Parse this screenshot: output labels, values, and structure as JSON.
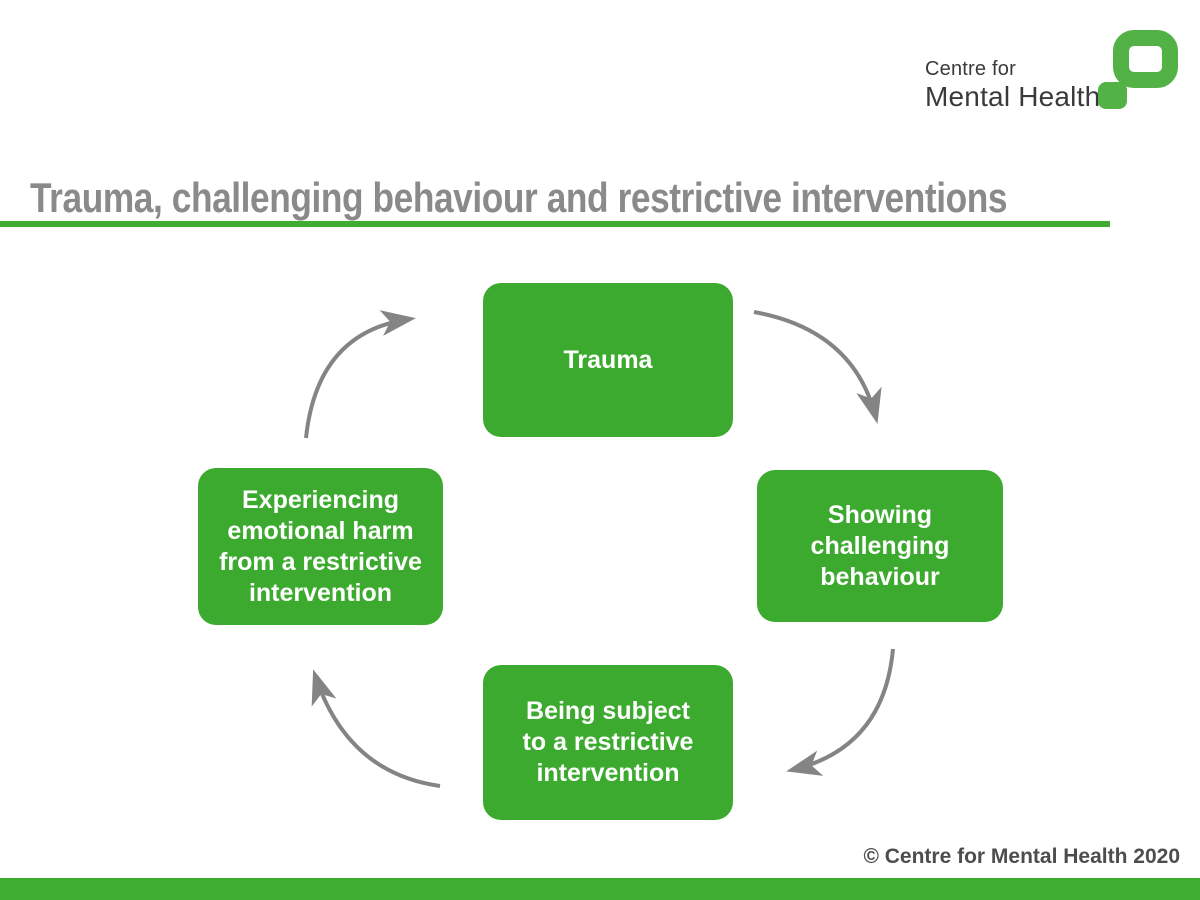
{
  "logo": {
    "line1": "Centre for",
    "line2": "Mental Health"
  },
  "header": {
    "title": "Trauma, challenging behaviour and restrictive interventions"
  },
  "cycle": {
    "nodes": [
      {
        "id": "trauma",
        "label": "Trauma"
      },
      {
        "id": "showing-challenging-behaviour",
        "label": [
          "Showing",
          "challenging",
          "behaviour"
        ]
      },
      {
        "id": "being-subject-to-a-restrictive-intervention",
        "label": [
          "Being subject",
          "to a restrictive",
          "intervention"
        ]
      },
      {
        "id": "experiencing-emotional-harm-from-a-restrictive-intervention",
        "label": [
          "Experiencing",
          "emotional harm",
          "from a restrictive",
          "intervention"
        ]
      }
    ],
    "arrows": [
      {
        "from": "trauma",
        "to": "showing-challenging-behaviour"
      },
      {
        "from": "showing-challenging-behaviour",
        "to": "being-subject-to-a-restrictive-intervention"
      },
      {
        "from": "being-subject-to-a-restrictive-intervention",
        "to": "experiencing-emotional-harm-from-a-restrictive-intervention"
      },
      {
        "from": "experiencing-emotional-harm-from-a-restrictive-intervention",
        "to": "trauma"
      }
    ]
  },
  "footer": {
    "copyright": "© Centre for Mental Health 2020"
  },
  "colors": {
    "box_green": "#3caa2e",
    "accent_green": "#3fae30",
    "logo_green": "#52b246",
    "arrow_gray": "#848484",
    "title_gray": "#8a8a8a",
    "footer_gray": "#4d4d4d"
  }
}
